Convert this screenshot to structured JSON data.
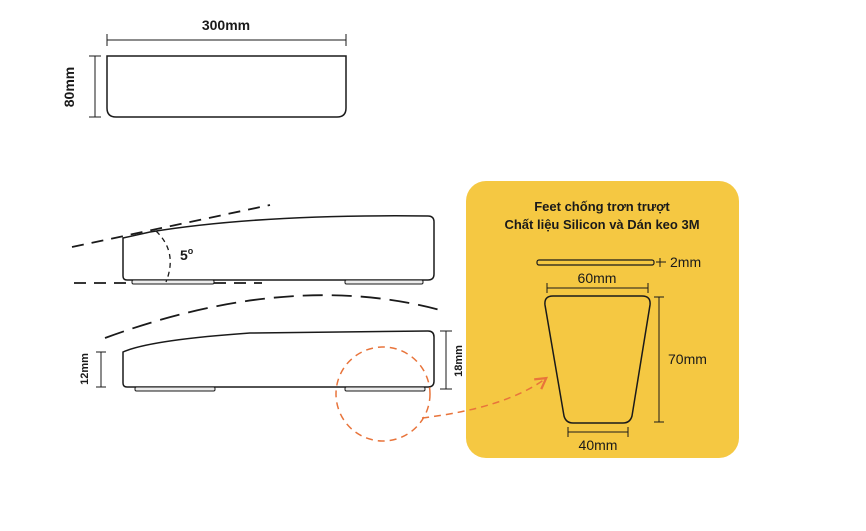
{
  "top_view": {
    "width_label": "300mm",
    "height_label": "80mm"
  },
  "tilt_view": {
    "angle_label": "5",
    "angle_unit": "o"
  },
  "side_view": {
    "left_height_label": "12mm",
    "right_height_label": "18mm"
  },
  "feet_card": {
    "title_line1": "Feet chống trơn trượt",
    "title_line2": "Chất liệu Silicon và Dán keo 3M",
    "thickness_label": "2mm",
    "top_width_label": "60mm",
    "height_label": "70mm",
    "bottom_width_label": "40mm",
    "background_color": "#F5C842",
    "callout_color": "#E8743B"
  }
}
